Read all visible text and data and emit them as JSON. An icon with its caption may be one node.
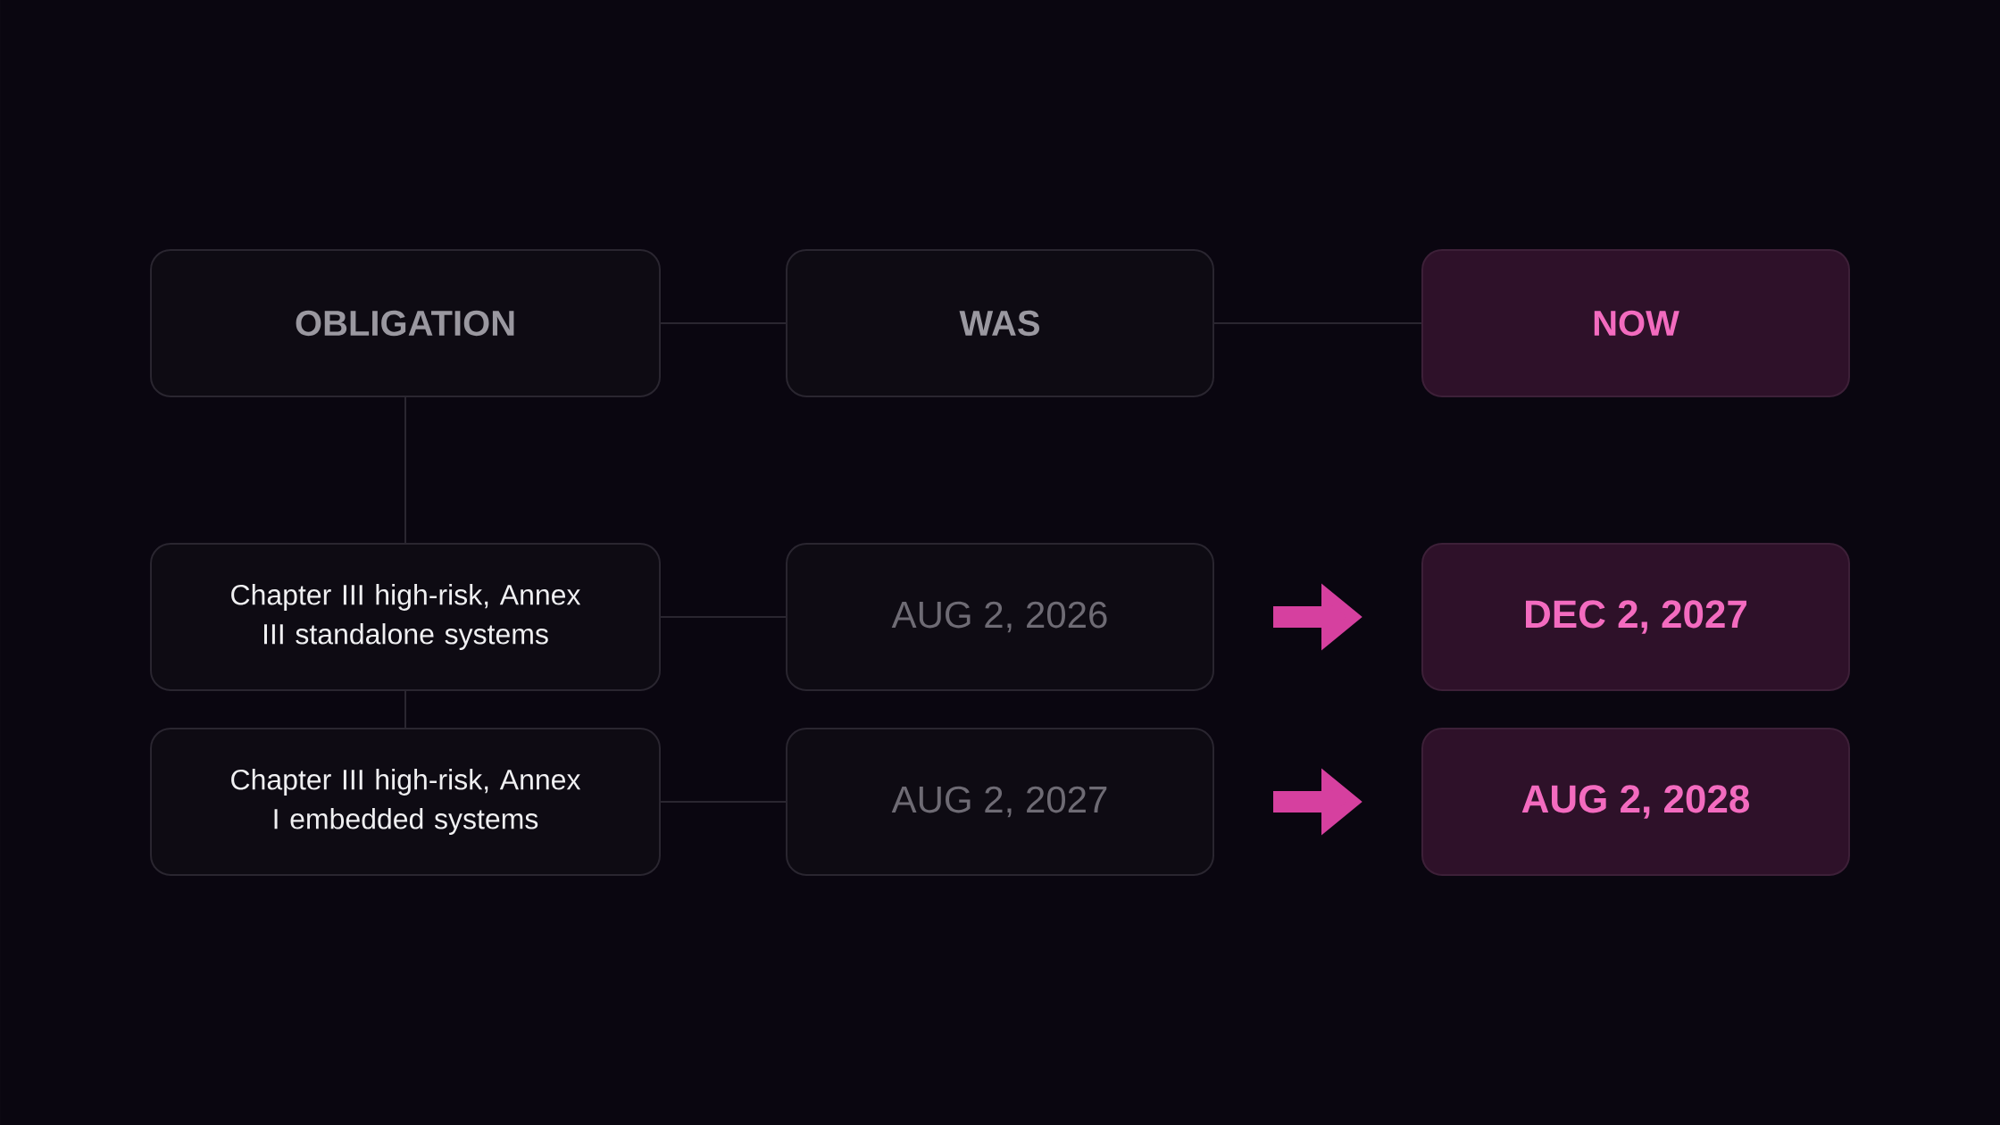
{
  "diagram": {
    "nodes": [
      {
        "text": [
          "OBLIGATION"
        ]
      },
      {
        "text": [
          "WAS"
        ]
      },
      {
        "text": [
          "NOW"
        ]
      },
      {
        "text": [
          "Chapter III high-risk, Annex III standalone systems"
        ]
      },
      {
        "text": [
          "AUG 2, 2026"
        ]
      },
      {
        "text": [
          "DEC 2, 2027"
        ]
      },
      {
        "text": [
          "Chapter III high-risk, Annex I embedded systems"
        ]
      },
      {
        "text": [
          "AUG 2, 2027"
        ]
      },
      {
        "text": [
          "AUG 2, 2028"
        ]
      }
    ],
    "edges": [
      {
        "from": 0,
        "to": 1,
        "arrow": "none"
      },
      {
        "from": 1,
        "to": 2,
        "arrow": "none"
      },
      {
        "from": 0,
        "to": 3,
        "arrow": "none"
      },
      {
        "from": 3,
        "to": 6,
        "arrow": "none"
      },
      {
        "from": 3,
        "to": 4,
        "arrow": "none"
      },
      {
        "from": 6,
        "to": 7,
        "arrow": "none"
      },
      {
        "from": 4,
        "to": 5,
        "arrow": "to",
        "style": "thick",
        "color": "#d6409f"
      },
      {
        "from": 7,
        "to": 8,
        "arrow": "to",
        "style": "thick",
        "color": "#d6409f"
      }
    ]
  }
}
